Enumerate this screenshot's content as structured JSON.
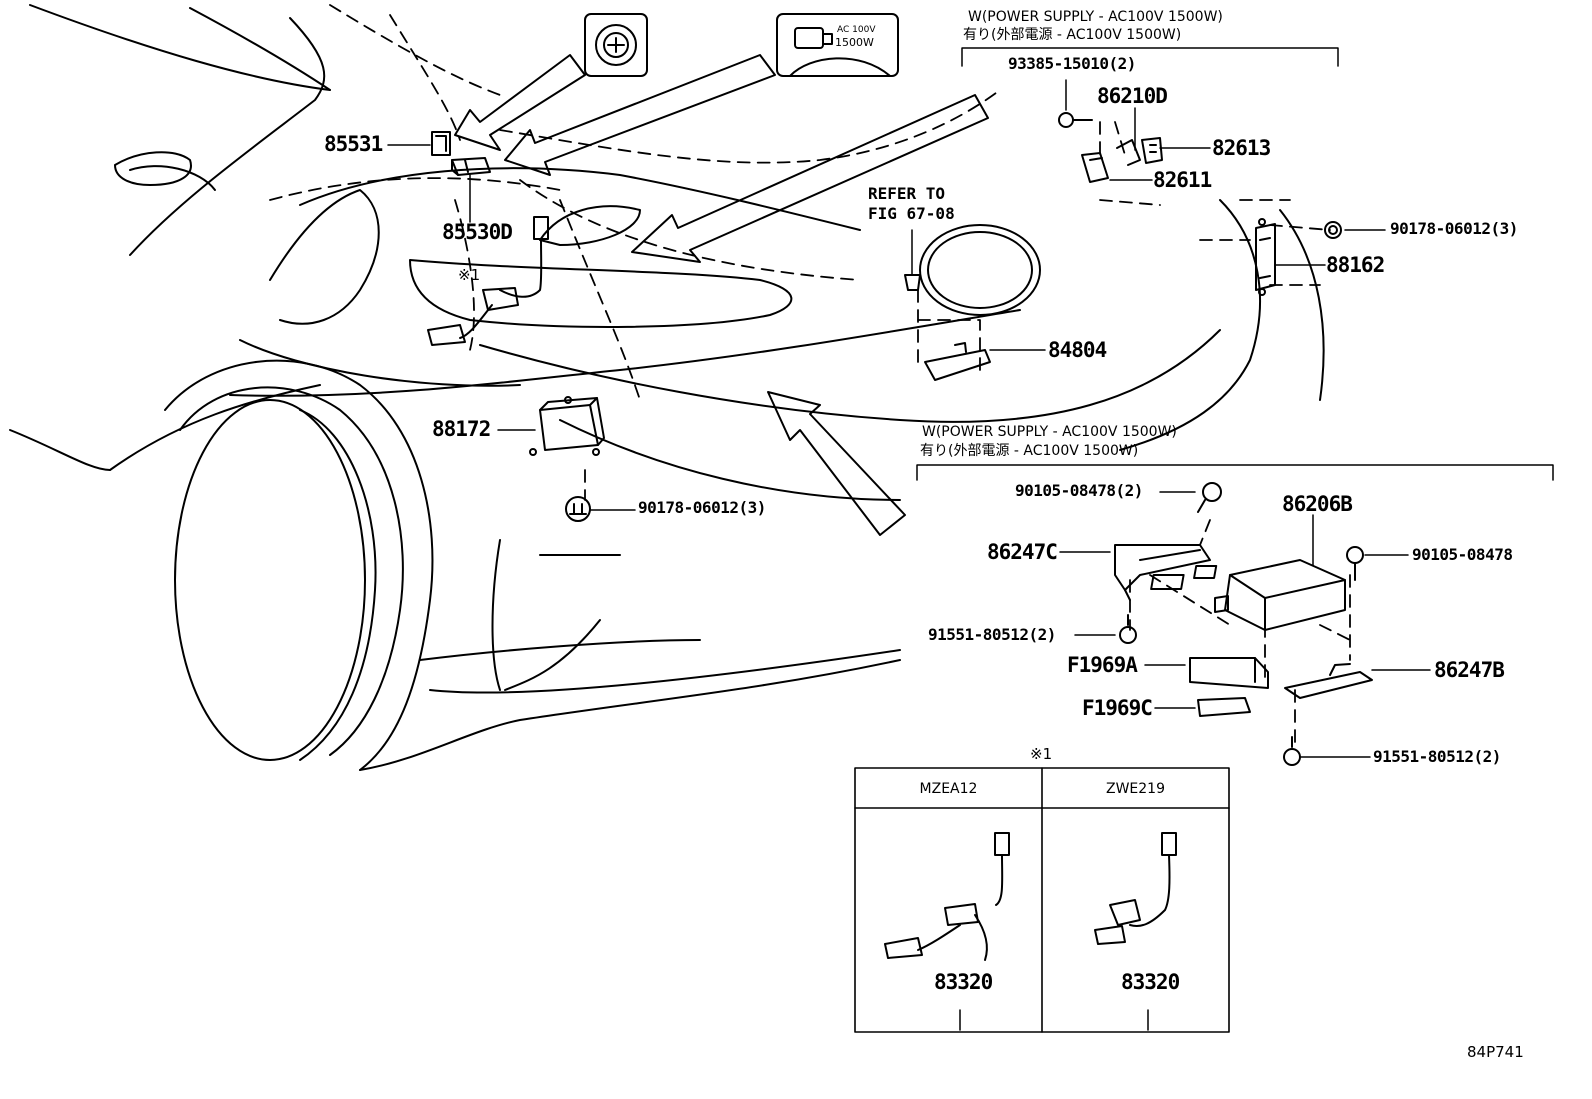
{
  "parts": {
    "p85531": "85531",
    "p85530d": "85530D",
    "p88172": "88172",
    "p90178_left": "90178-06012(3)",
    "p93385": "93385-15010(2)",
    "p86210d": "86210D",
    "p82613": "82613",
    "p82611": "82611",
    "p90178_right": "90178-06012(3)",
    "p88162": "88162",
    "p84804": "84804",
    "p90105_a": "90105-08478(2)",
    "p86206b": "86206B",
    "p86247c": "86247C",
    "p90105_b": "90105-08478",
    "p91551_a": "91551-80512(2)",
    "pF1969a": "F1969A",
    "pF1969c": "F1969C",
    "p86247b": "86247B",
    "p91551_b": "91551-80512(2)",
    "p83320_a": "83320",
    "p83320_b": "83320"
  },
  "notes": {
    "top_w": "W(POWER SUPPLY - AC100V 1500W)",
    "top_jp": "有り(外部電源 - AC100V 1500W)",
    "mid_w": "W(POWER SUPPLY - AC100V 1500W)",
    "mid_jp": "有り(外部電源 - AC100V 1500W)",
    "refer_line1": "REFER TO",
    "refer_line2": "FIG 67-08",
    "mark_small": "※1",
    "mark_table": "※1"
  },
  "inset_icons": {
    "icon2_line1": "AC 100V",
    "icon2_line2": "1500W"
  },
  "variant_table": {
    "col1": "MZEA12",
    "col2": "ZWE219"
  },
  "diagram_code": "84P741"
}
